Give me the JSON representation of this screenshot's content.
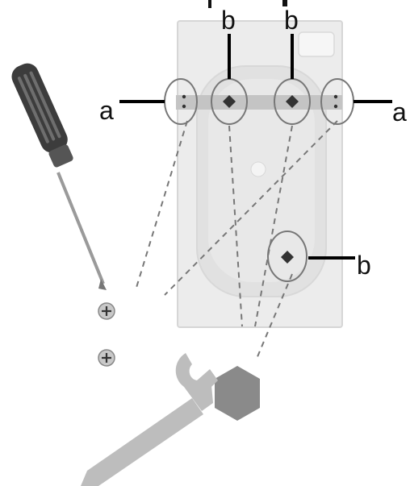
{
  "labels": {
    "top_left": "a",
    "top_right": "a",
    "b1": "b",
    "b2": "b",
    "b3": "b"
  },
  "colors": {
    "panel": "#ececec",
    "panel_edge": "#d4d4d4",
    "rail": "#c4c4c4",
    "callout_line": "#000000",
    "circle_stroke": "#777777",
    "dash": "#777777",
    "tool_dark": "#3c3c3c",
    "tool_gray": "#9a9a9a",
    "hex_nut": "#8a8a8a"
  },
  "icons": {
    "screwdriver": "screwdriver-icon",
    "wrench": "wrench-icon",
    "nut": "hex-nut-icon",
    "screw": "phillips-screw-icon"
  }
}
